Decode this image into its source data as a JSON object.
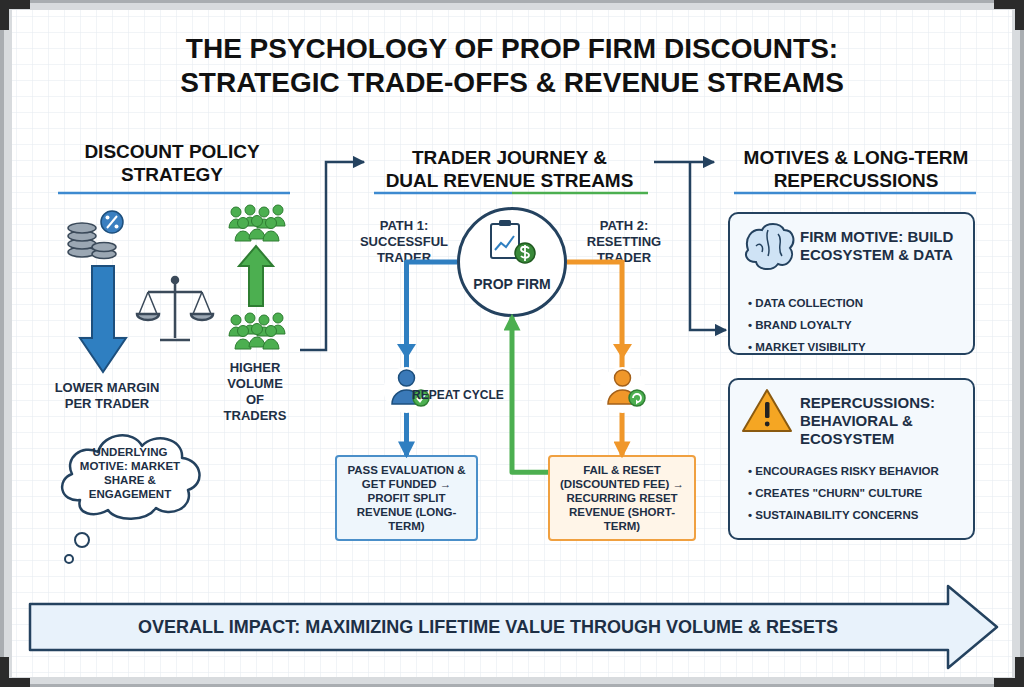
{
  "diagram": {
    "title": "THE PSYCHOLOGY OF PROP FIRM DISCOUNTS: STRATEGIC TRADE-OFFS & REVENUE STREAMS",
    "nodes": [
      {
        "text": [
          "UNDERLYING MOTIVE: MARKET SHARE & ENGAGEMENT"
        ]
      },
      {
        "text": [
          "PROP FIRM"
        ]
      },
      {
        "text": [
          "PASS EVALUATION & GET FUNDED → PROFIT SPLIT REVENUE (LONG-TERM)"
        ]
      },
      {
        "text": [
          "FAIL & RESET (DISCOUNTED FEE) → RECURRING RESET REVENUE (SHORT-TERM)"
        ]
      },
      {
        "text": [
          "FIRM MOTIVE: BUILD ECOSYSTEM & DATA",
          "• DATA COLLECTION",
          "• BRAND LOYALTY",
          "• MARKET VISIBILITY"
        ]
      },
      {
        "text": [
          "REPERCUSSIONS: BEHAVIORAL & ECOSYSTEM",
          "• ENCOURAGES RISKY BEHAVIOR",
          "• CREATES \"CHURN\" CULTURE",
          "• SUSTAINABILITY CONCERNS"
        ]
      },
      {
        "text": [
          "OVERALL IMPACT: MAXIMIZING LIFETIME VALUE THROUGH VOLUME & RESETS"
        ]
      }
    ],
    "edges": [
      {
        "from": 1,
        "to": 2,
        "arrow": "to"
      },
      {
        "from": 1,
        "to": 3,
        "arrow": "to"
      },
      {
        "from": 3,
        "to": 1,
        "label": "REPEAT CYCLE",
        "arrow": "to"
      }
    ],
    "labels": [
      "DISCOUNT POLICY STRATEGY",
      "TRADER JOURNEY & DUAL REVENUE STREAMS",
      "MOTIVES & LONG-TERM REPERCUSSIONS",
      "LOWER MARGIN PER TRADER",
      "HIGHER VOLUME OF TRADERS",
      "PATH 1: SUCCESSFUL TRADER",
      "PATH 2: RESETTING TRADER"
    ]
  }
}
